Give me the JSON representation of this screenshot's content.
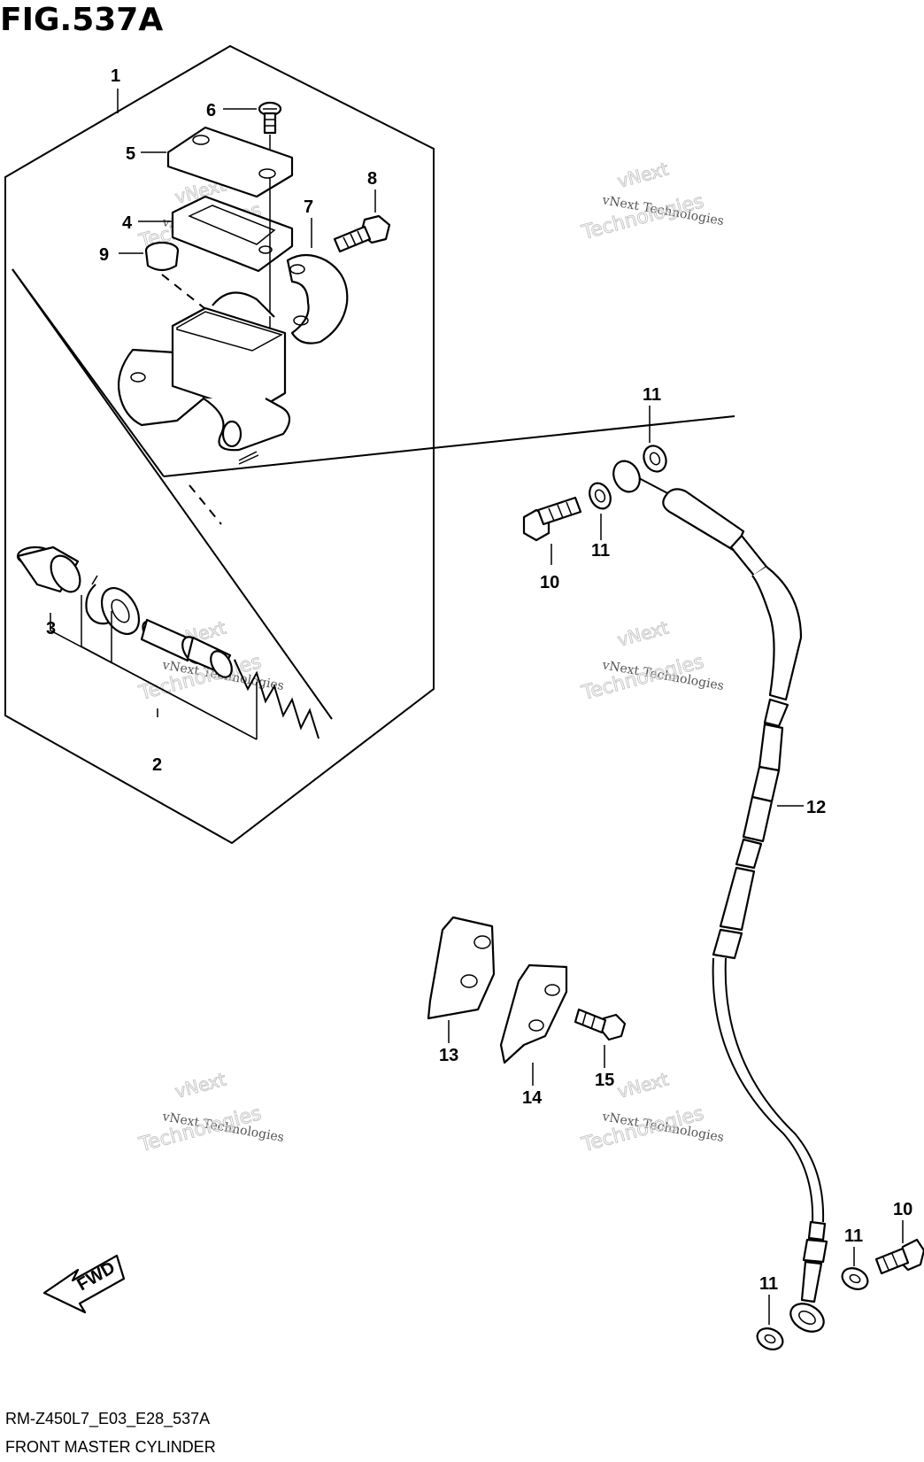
{
  "figure": {
    "title": "FIG.537A",
    "code": "RM-Z450L7_E03_E28_537A",
    "name": "FRONT MASTER CYLINDER",
    "fwd_label": "FWD"
  },
  "callouts": {
    "c1": "1",
    "c2": "2",
    "c3": "3",
    "c4": "4",
    "c5": "5",
    "c6": "6",
    "c7": "7",
    "c8": "8",
    "c9": "9",
    "c10a": "10",
    "c10b": "10",
    "c11a": "11",
    "c11b": "11",
    "c11c": "11",
    "c11d": "11",
    "c12": "12",
    "c13": "13",
    "c14": "14",
    "c15": "15"
  },
  "watermark": {
    "line1": "vNext Technologies",
    "line2": "vNext",
    "line3": "Technologies"
  }
}
